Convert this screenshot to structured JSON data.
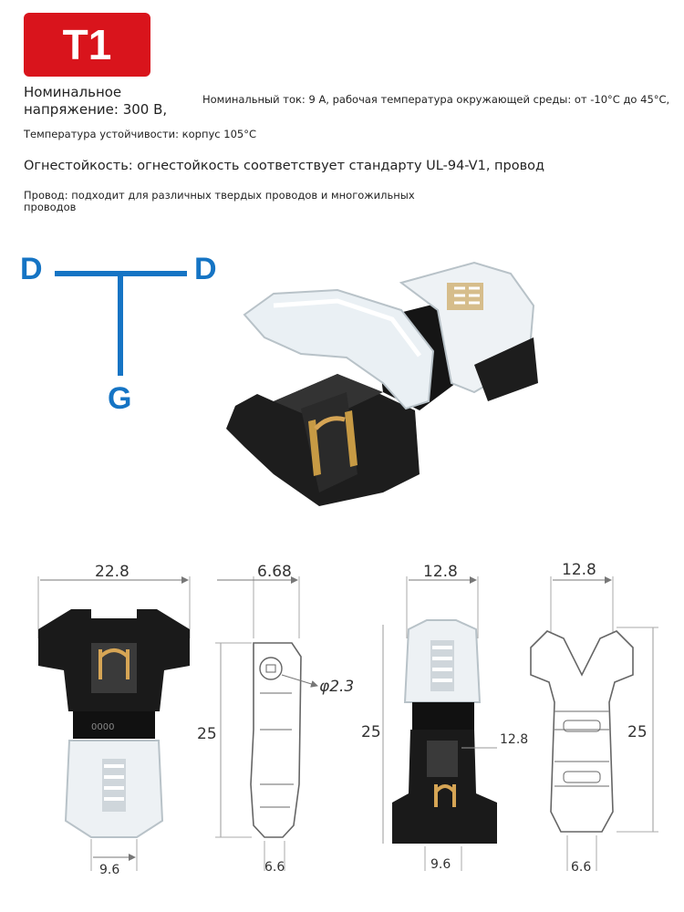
{
  "badge": "T1",
  "specs": {
    "voltage": "Номинальное напряжение: 300 В,",
    "current": "Номинальный ток: 9 А, рабочая температура окружающей среды: от -10°C до 45°C,",
    "temp": "Температура устойчивости: корпус 105°C",
    "fire": "Огнестойкость: огнестойкость соответствует стандарту UL-94-V1, провод",
    "wire": "Провод: подходит для различных твердых проводов и многожильных проводов"
  },
  "diagram": {
    "left": "D",
    "right": "D",
    "bottom": "G"
  },
  "dims": {
    "d1": {
      "top": "22.8",
      "left": "",
      "bottom": "9.6"
    },
    "d2": {
      "top": "6.68",
      "left": "25",
      "bottom": "6.6",
      "hole": "φ2.3"
    },
    "d3": {
      "top": "12.8",
      "left": "25",
      "bottom": "9.6",
      "inner": "12.8"
    },
    "d4": {
      "top": "12.8",
      "right": "25",
      "bottom": "6.6"
    }
  },
  "colors": {
    "badge": "#d9141c",
    "diagram": "#1574c4"
  }
}
